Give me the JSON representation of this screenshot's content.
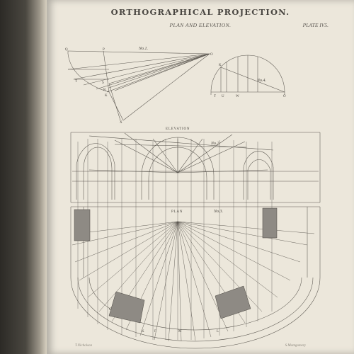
{
  "plate": {
    "title": "ORTHOGRAPHICAL PROJECTION.",
    "subtitle": "PLAN AND ELEVATION.",
    "plate_number": "PLATE IV5.",
    "credit_left": "T.Nicholson",
    "credit_right": "S.Montgomery"
  },
  "figures": {
    "fig1_label": "No.1.",
    "fig2_label": "No.2.",
    "fig3_label": "No.3.",
    "fig4_label": "No.4.",
    "elevation_caption": "ELEVATION",
    "plan_caption": "PLAN"
  },
  "point_labels": {
    "fig1": [
      "Q",
      "P",
      "O",
      "T",
      "S",
      "R",
      "K",
      "X"
    ],
    "fig4": [
      "K",
      "T",
      "U",
      "W",
      "O"
    ],
    "plan": [
      "G",
      "K",
      "F",
      "M",
      "L"
    ]
  }
}
